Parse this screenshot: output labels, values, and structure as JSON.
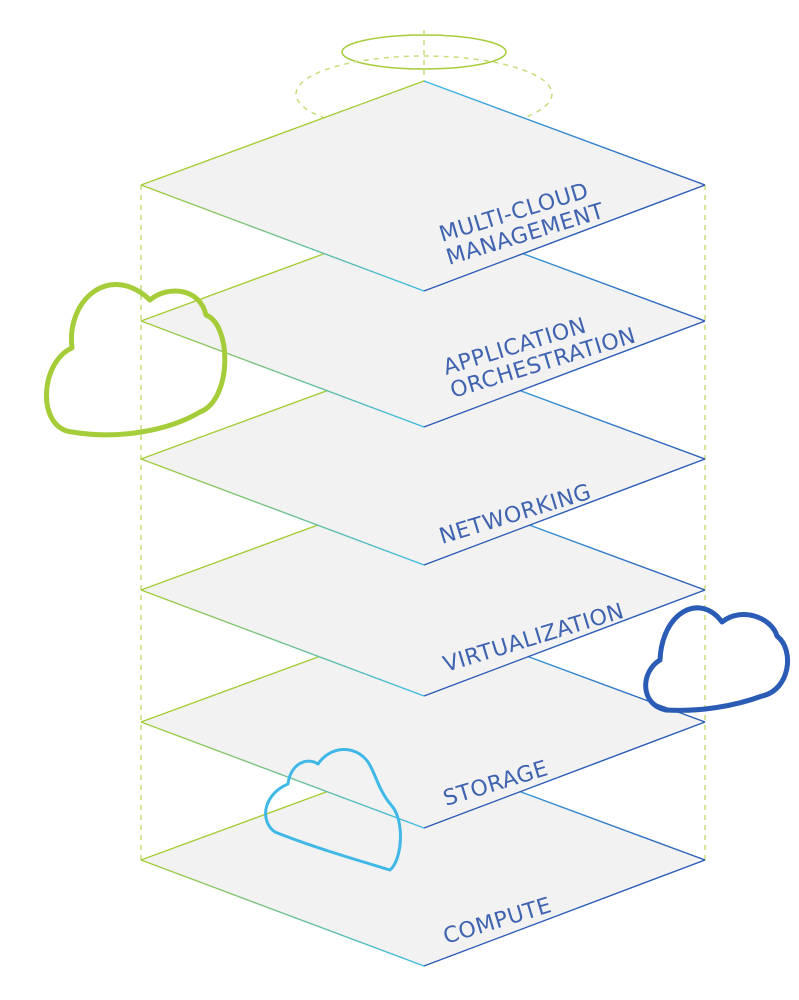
{
  "layers": [
    {
      "lines": [
        "MULTI-CLOUD",
        "MANAGEMENT"
      ]
    },
    {
      "lines": [
        "APPLICATION",
        "ORCHESTRATION"
      ]
    },
    {
      "lines": [
        "NETWORKING"
      ]
    },
    {
      "lines": [
        "VIRTUALIZATION"
      ]
    },
    {
      "lines": [
        "STORAGE"
      ]
    },
    {
      "lines": [
        "COMPUTE"
      ]
    }
  ],
  "clouds": [
    {
      "name": "green-cloud-icon",
      "color": "#a5cd39"
    },
    {
      "name": "navy-cloud-icon",
      "color": "#2a5bb5"
    },
    {
      "name": "cyan-cloud-icon",
      "color": "#3fb8e8"
    }
  ],
  "colors": {
    "plate_fill": "#f2f2f2",
    "edge_green": "#a5cd39",
    "edge_cyan": "#3fb8e8",
    "edge_navy": "#2a5bb5",
    "label": "#3f63b0"
  }
}
